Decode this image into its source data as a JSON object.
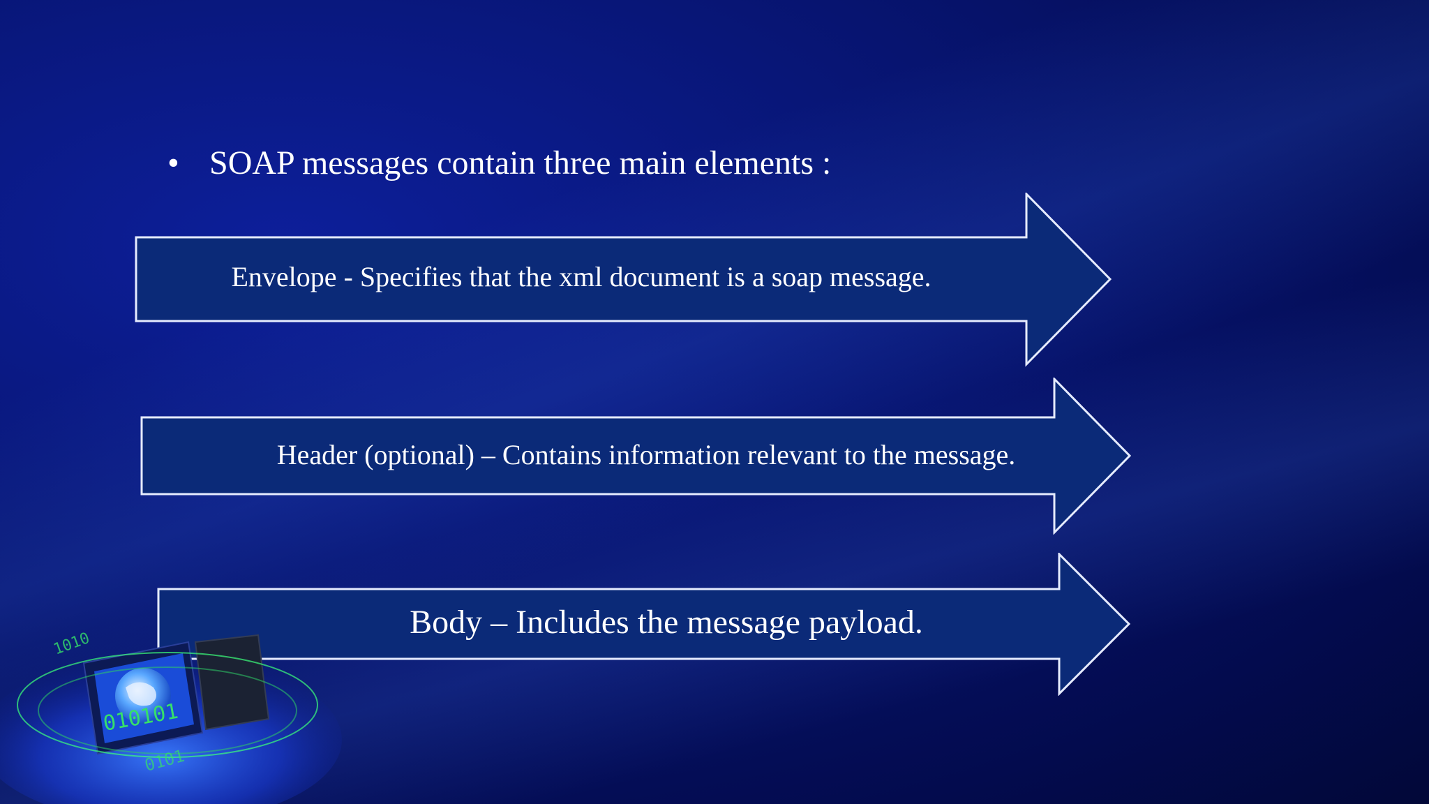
{
  "slide": {
    "bullet_symbol": "•",
    "bullet_text": "SOAP messages contain three main elements :",
    "arrows": [
      {
        "label": "Envelope - Specifies that the xml document is a soap message."
      },
      {
        "label": "Header (optional) – Contains information relevant to the message."
      },
      {
        "label": "Body – Includes the message payload."
      }
    ],
    "colors": {
      "arrow_fill": "#0b2a78",
      "arrow_stroke": "#e6ecff",
      "text": "#ffffff"
    },
    "decor": {
      "icon": "globe-computer-binary-icon",
      "binary_text": "010101"
    }
  }
}
